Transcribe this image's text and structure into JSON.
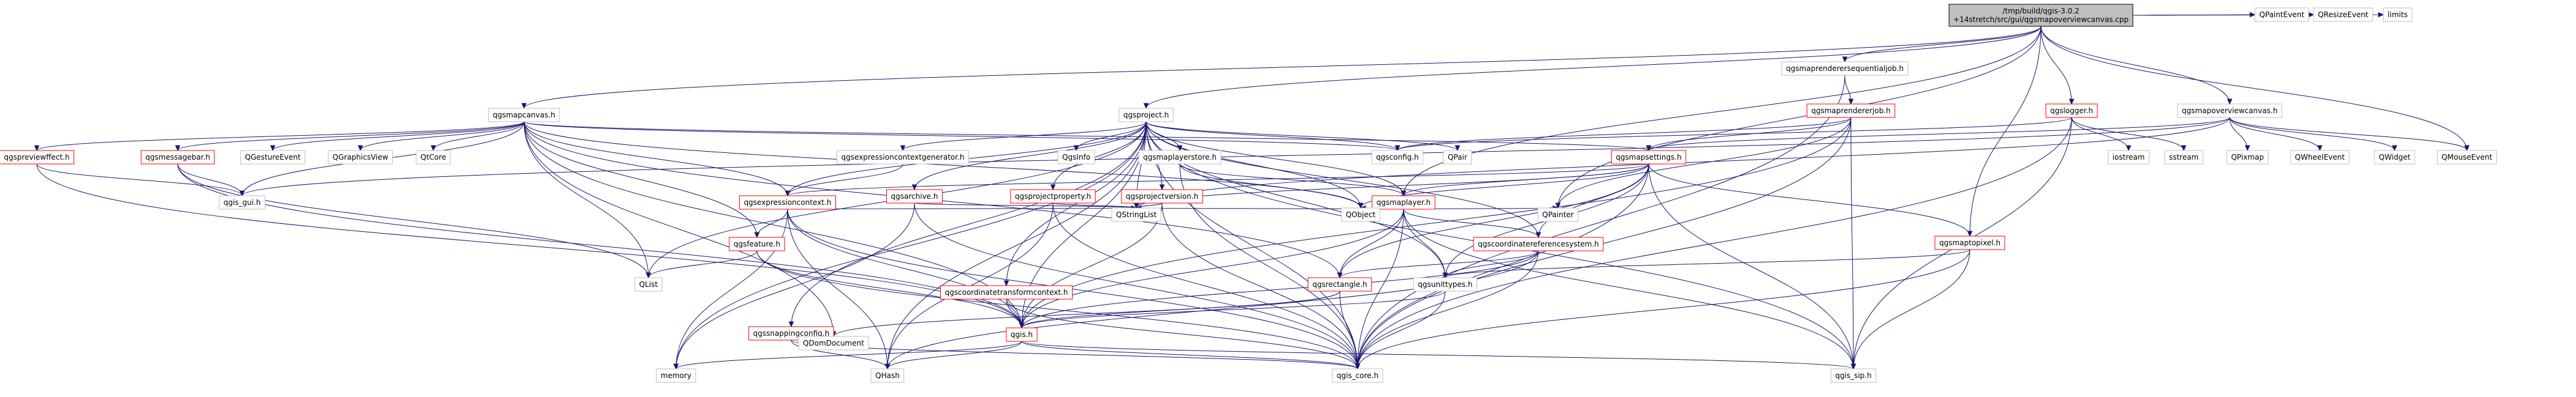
{
  "diagram": {
    "colors": {
      "root_fill": "#bfbfbf",
      "node_fill": "#ffffff",
      "border_linked": "#ff0000",
      "border_plain": "#bfbfbf",
      "border_root": "#000000",
      "edge": "#191970",
      "text": "#000000"
    },
    "nodes": [
      {
        "id": "root",
        "lines": [
          "/tmp/build/qgis-3.0.2",
          "+14stretch/src/gui/qgsmapoverviewcanvas.cpp"
        ],
        "style": "root"
      },
      {
        "id": "qgsmapcanvas",
        "lines": [
          "qgsmapcanvas.h"
        ],
        "style": "plain"
      },
      {
        "id": "qgsproject",
        "lines": [
          "qgsproject.h"
        ],
        "style": "plain"
      },
      {
        "id": "qgsmaprenderersequentialjob",
        "lines": [
          "qgsmaprenderersequentialjob.h"
        ],
        "style": "plain"
      },
      {
        "id": "qgsmaprendererjob",
        "lines": [
          "qgsmaprendererjob.h"
        ],
        "style": "linked"
      },
      {
        "id": "qgslogger",
        "lines": [
          "qgslogger.h"
        ],
        "style": "linked"
      },
      {
        "id": "qgsmapoverviewcanvas_h",
        "lines": [
          "qgsmapoverviewcanvas.h"
        ],
        "style": "plain"
      },
      {
        "id": "QPaintEvent",
        "lines": [
          "QPaintEvent"
        ],
        "style": "gray"
      },
      {
        "id": "QResizeEvent",
        "lines": [
          "QResizeEvent"
        ],
        "style": "gray"
      },
      {
        "id": "limits",
        "lines": [
          "limits"
        ],
        "style": "gray"
      },
      {
        "id": "qgspreviewe",
        "lines": [
          "qgspreviewffect.h"
        ],
        "style": "linked"
      },
      {
        "id": "qgsmessagebar",
        "lines": [
          "qgsmessagebar.h"
        ],
        "style": "linked"
      },
      {
        "id": "QGestureEvent",
        "lines": [
          "QGestureEvent"
        ],
        "style": "gray"
      },
      {
        "id": "QGraphicsView",
        "lines": [
          "QGraphicsView"
        ],
        "style": "gray"
      },
      {
        "id": "QtCore",
        "lines": [
          "QtCore"
        ],
        "style": "gray"
      },
      {
        "id": "qgsexpressioncontextgenerator",
        "lines": [
          "qgsexpressioncontextgenerator.h"
        ],
        "style": "plain"
      },
      {
        "id": "QgsInfo",
        "lines": [
          "QgsInfo"
        ],
        "style": "gray"
      },
      {
        "id": "qgsmaplayerstore",
        "lines": [
          "qgsmaplayerstore.h"
        ],
        "style": "plain"
      },
      {
        "id": "qgsconfig",
        "lines": [
          "qgsconfig.h"
        ],
        "style": "gray"
      },
      {
        "id": "QPair",
        "lines": [
          "QPair"
        ],
        "style": "gray"
      },
      {
        "id": "qgsmapsettings",
        "lines": [
          "qgsmapsettings.h"
        ],
        "style": "linked"
      },
      {
        "id": "iostream",
        "lines": [
          "iostream"
        ],
        "style": "gray"
      },
      {
        "id": "sstream",
        "lines": [
          "sstream"
        ],
        "style": "gray"
      },
      {
        "id": "QPixmap",
        "lines": [
          "QPixmap"
        ],
        "style": "gray"
      },
      {
        "id": "QWheelEvent",
        "lines": [
          "QWheelEvent"
        ],
        "style": "gray"
      },
      {
        "id": "QWidget",
        "lines": [
          "QWidget"
        ],
        "style": "gray"
      },
      {
        "id": "QMouseEvent",
        "lines": [
          "QMouseEvent"
        ],
        "style": "gray"
      },
      {
        "id": "qgs_gui",
        "lines": [
          "qgis_gui.h"
        ],
        "style": "gray"
      },
      {
        "id": "qgsexpressioncontext",
        "lines": [
          "qgsexpressioncontext.h"
        ],
        "style": "linked"
      },
      {
        "id": "qgsarchive",
        "lines": [
          "qgsarchive.h"
        ],
        "style": "linked"
      },
      {
        "id": "qgsprojectproperty",
        "lines": [
          "qgsprojectproperty.h"
        ],
        "style": "linked"
      },
      {
        "id": "qgsprojectversion",
        "lines": [
          "qgsprojectversion.h"
        ],
        "style": "linked"
      },
      {
        "id": "qgsmaplayer",
        "lines": [
          "qgsmaplayer.h"
        ],
        "style": "linked"
      },
      {
        "id": "QStringList",
        "lines": [
          "QStringList"
        ],
        "style": "gray"
      },
      {
        "id": "QObject",
        "lines": [
          "QObject"
        ],
        "style": "gray"
      },
      {
        "id": "QPainter",
        "lines": [
          "QPainter"
        ],
        "style": "gray"
      },
      {
        "id": "qgsmaptopixel",
        "lines": [
          "qgsmaptopixel.h"
        ],
        "style": "linked"
      },
      {
        "id": "qgsfeature",
        "lines": [
          "qgsfeature.h"
        ],
        "style": "linked"
      },
      {
        "id": "qgscoordinatereferencesystem",
        "lines": [
          "qgscoordinatereferencesystem.h"
        ],
        "style": "linked"
      },
      {
        "id": "QList",
        "lines": [
          "QList"
        ],
        "style": "gray"
      },
      {
        "id": "qgscoordinatetransformcontext",
        "lines": [
          "qgscoordinatetransformcontext.h"
        ],
        "style": "linked"
      },
      {
        "id": "qgsrectangle",
        "lines": [
          "qgsrectangle.h"
        ],
        "style": "linked"
      },
      {
        "id": "qgsunittypes",
        "lines": [
          "qgsunittypes.h"
        ],
        "style": "plain"
      },
      {
        "id": "qgssnappingconfig",
        "lines": [
          "qgssnappingconfig.h"
        ],
        "style": "linked"
      },
      {
        "id": "QDomDocument",
        "lines": [
          "QDomDocument"
        ],
        "style": "gray"
      },
      {
        "id": "qgis",
        "lines": [
          "qgis.h"
        ],
        "style": "linked"
      },
      {
        "id": "memory",
        "lines": [
          "memory"
        ],
        "style": "gray"
      },
      {
        "id": "QHash",
        "lines": [
          "QHash"
        ],
        "style": "gray"
      },
      {
        "id": "qgis_core",
        "lines": [
          "qgis_core.h"
        ],
        "style": "gray"
      },
      {
        "id": "qgis_sip",
        "lines": [
          "qgis_sip.h"
        ],
        "style": "gray"
      }
    ],
    "edges": [
      [
        "root",
        "qgsmapcanvas"
      ],
      [
        "root",
        "qgsproject"
      ],
      [
        "root",
        "qgsmaprenderersequentialjob"
      ],
      [
        "root",
        "qgslogger"
      ],
      [
        "root",
        "qgsmapoverviewcanvas_h"
      ],
      [
        "root",
        "QPaintEvent"
      ],
      [
        "root",
        "QResizeEvent"
      ],
      [
        "root",
        "limits"
      ],
      [
        "root",
        "qgsmaplayer"
      ],
      [
        "root",
        "qgsmaptopixel"
      ],
      [
        "root",
        "QPainter"
      ],
      [
        "root",
        "QMouseEvent"
      ],
      [
        "qgsmapcanvas",
        "qgspreviewe"
      ],
      [
        "qgsmapcanvas",
        "qgsmessagebar"
      ],
      [
        "qgsmapcanvas",
        "QGestureEvent"
      ],
      [
        "qgsmapcanvas",
        "QGraphicsView"
      ],
      [
        "qgsmapcanvas",
        "QtCore"
      ],
      [
        "qgsmapcanvas",
        "qgsconfig"
      ],
      [
        "qgsmapcanvas",
        "qgs_gui"
      ],
      [
        "qgsmapcanvas",
        "qgsexpressioncontext"
      ],
      [
        "qgsmapcanvas",
        "qgsfeature"
      ],
      [
        "qgsmapcanvas",
        "QList"
      ],
      [
        "qgsmapcanvas",
        "qgsmapsettings"
      ],
      [
        "qgsmapcanvas",
        "qgis"
      ],
      [
        "qgsmapcanvas",
        "QDomDocument"
      ],
      [
        "qgsmapcanvas",
        "qgsrectangle"
      ],
      [
        "qgsmapcanvas",
        "QObject"
      ],
      [
        "qgsproject",
        "qgsexpressioncontextgenerator"
      ],
      [
        "qgsproject",
        "QgsInfo"
      ],
      [
        "qgsproject",
        "qgsmaplayerstore"
      ],
      [
        "qgsproject",
        "QPair"
      ],
      [
        "qgsproject",
        "qgsarchive"
      ],
      [
        "qgsproject",
        "qgsprojectproperty"
      ],
      [
        "qgsproject",
        "qgsprojectversion"
      ],
      [
        "qgsproject",
        "qgsmaplayer"
      ],
      [
        "qgsproject",
        "QStringList"
      ],
      [
        "qgsproject",
        "QObject"
      ],
      [
        "qgsproject",
        "qgscoordinatereferencesystem"
      ],
      [
        "qgsproject",
        "qgscoordinatetransformcontext"
      ],
      [
        "qgsproject",
        "qgsunittypes"
      ],
      [
        "qgsproject",
        "qgssnappingconfig"
      ],
      [
        "qgsproject",
        "qgis"
      ],
      [
        "qgsproject",
        "QHash"
      ],
      [
        "qgsproject",
        "memory"
      ],
      [
        "qgsproject",
        "qgis_core"
      ],
      [
        "qgsproject",
        "qgis_sip"
      ],
      [
        "qgsproject",
        "qgsexpressioncontext"
      ],
      [
        "qgsproject",
        "qgsconfig"
      ],
      [
        "qgsproject",
        "QList"
      ],
      [
        "qgsmaprenderersequentialjob",
        "qgsmaprendererjob"
      ],
      [
        "qgsmaprenderersequentialjob",
        "qgis_core"
      ],
      [
        "qgsmaprendererjob",
        "qgsmapsettings"
      ],
      [
        "qgsmaprendererjob",
        "QPainter"
      ],
      [
        "qgsmaprendererjob",
        "qgis_core"
      ],
      [
        "qgsmaprendererjob",
        "qgis_sip"
      ],
      [
        "qgsmaprendererjob",
        "qgsconfig"
      ],
      [
        "qgsmaprendererjob",
        "qgis"
      ],
      [
        "qgslogger",
        "iostream"
      ],
      [
        "qgslogger",
        "sstream"
      ],
      [
        "qgslogger",
        "qgis_core"
      ],
      [
        "qgslogger",
        "qgis_sip"
      ],
      [
        "qgslogger",
        "qgsconfig"
      ],
      [
        "qgsmapoverviewcanvas_h",
        "qgsmapsettings"
      ],
      [
        "qgsmapoverviewcanvas_h",
        "QPixmap"
      ],
      [
        "qgsmapoverviewcanvas_h",
        "QWheelEvent"
      ],
      [
        "qgsmapoverviewcanvas_h",
        "QWidget"
      ],
      [
        "qgsmapoverviewcanvas_h",
        "QMouseEvent"
      ],
      [
        "qgsmapoverviewcanvas_h",
        "qgs_gui"
      ],
      [
        "qgsmapoverviewcanvas_h",
        "QStringList"
      ],
      [
        "qgspreviewe",
        "qgs_gui"
      ],
      [
        "qgspreviewe",
        "qgis"
      ],
      [
        "qgsmessagebar",
        "qgs_gui"
      ],
      [
        "qgsmessagebar",
        "QList"
      ],
      [
        "qgsmessagebar",
        "qgis"
      ],
      [
        "qgsexpressioncontextgenerator",
        "qgsexpressioncontext"
      ],
      [
        "qgsmaplayerstore",
        "qgis_core"
      ],
      [
        "qgsmaplayerstore",
        "qgsmaplayer"
      ],
      [
        "qgsmaplayerstore",
        "QObject"
      ],
      [
        "qgsmapsettings",
        "qgsexpressioncontext"
      ],
      [
        "qgsmapsettings",
        "qgsmaplayer"
      ],
      [
        "qgsmapsettings",
        "QStringList"
      ],
      [
        "qgsmapsettings",
        "qgscoordinatereferencesystem"
      ],
      [
        "qgsmapsettings",
        "qgsrectangle"
      ],
      [
        "qgsmapsettings",
        "qgsmaptopixel"
      ],
      [
        "qgsmapsettings",
        "qgis_core"
      ],
      [
        "qgsmapsettings",
        "qgis_sip"
      ],
      [
        "qgsmapsettings",
        "qgsunittypes"
      ],
      [
        "qgsmapsettings",
        "QObject"
      ],
      [
        "qgsexpressioncontext",
        "QStringList"
      ],
      [
        "qgsexpressioncontext",
        "qgsfeature"
      ],
      [
        "qgsexpressioncontext",
        "qgis"
      ],
      [
        "qgsexpressioncontext",
        "qgis_core"
      ],
      [
        "qgsexpressioncontext",
        "QHash"
      ],
      [
        "qgsexpressioncontext",
        "memory"
      ],
      [
        "qgsarchive",
        "QStringList"
      ],
      [
        "qgsarchive",
        "qgis_core"
      ],
      [
        "qgsarchive",
        "memory"
      ],
      [
        "qgsprojectproperty",
        "QStringList"
      ],
      [
        "qgsprojectproperty",
        "QHash"
      ],
      [
        "qgsprojectproperty",
        "qgis_core"
      ],
      [
        "qgsprojectversion",
        "QStringList"
      ],
      [
        "qgsprojectversion",
        "qgis_core"
      ],
      [
        "qgsprojectversion",
        "qgis"
      ],
      [
        "qgsmaplayer",
        "QObject"
      ],
      [
        "qgsmaplayer",
        "QStringList"
      ],
      [
        "qgsmaplayer",
        "QPainter"
      ],
      [
        "qgsmaplayer",
        "qgscoordinatereferencesystem"
      ],
      [
        "qgsmaplayer",
        "qgsrectangle"
      ],
      [
        "qgsmaplayer",
        "qgis"
      ],
      [
        "qgsmaplayer",
        "qgis_core"
      ],
      [
        "qgsmaplayer",
        "qgis_sip"
      ],
      [
        "qgsmaplayer",
        "qgsunittypes"
      ],
      [
        "qgsmaptopixel",
        "qgsunittypes"
      ],
      [
        "qgsmaptopixel",
        "qgis_core"
      ],
      [
        "qgsmaptopixel",
        "qgis_sip"
      ],
      [
        "qgsfeature",
        "QList"
      ],
      [
        "qgsfeature",
        "qgis"
      ],
      [
        "qgsfeature",
        "qgis_core"
      ],
      [
        "qgscoordinatereferencesystem",
        "qgsrectangle"
      ],
      [
        "qgscoordinatereferencesystem",
        "qgsunittypes"
      ],
      [
        "qgscoordinatereferencesystem",
        "qgis"
      ],
      [
        "qgscoordinatereferencesystem",
        "qgis_core"
      ],
      [
        "qgscoordinatereferencesystem",
        "QHash"
      ],
      [
        "qgscoordinatetransformcontext",
        "qgis"
      ],
      [
        "qgscoordinatetransformcontext",
        "qgis_core"
      ],
      [
        "qgsrectangle",
        "qgis"
      ],
      [
        "qgsrectangle",
        "qgis_core"
      ],
      [
        "qgsrectangle",
        "QDomDocument"
      ],
      [
        "qgsunittypes",
        "qgis"
      ],
      [
        "qgsunittypes",
        "qgis_core"
      ],
      [
        "qgssnappingconfig",
        "QHash"
      ],
      [
        "qgssnappingconfig",
        "qgis_core"
      ],
      [
        "qgis",
        "memory"
      ],
      [
        "qgis",
        "QHash"
      ],
      [
        "qgis",
        "qgis_core"
      ],
      [
        "qgis",
        "qgis_sip"
      ]
    ]
  }
}
